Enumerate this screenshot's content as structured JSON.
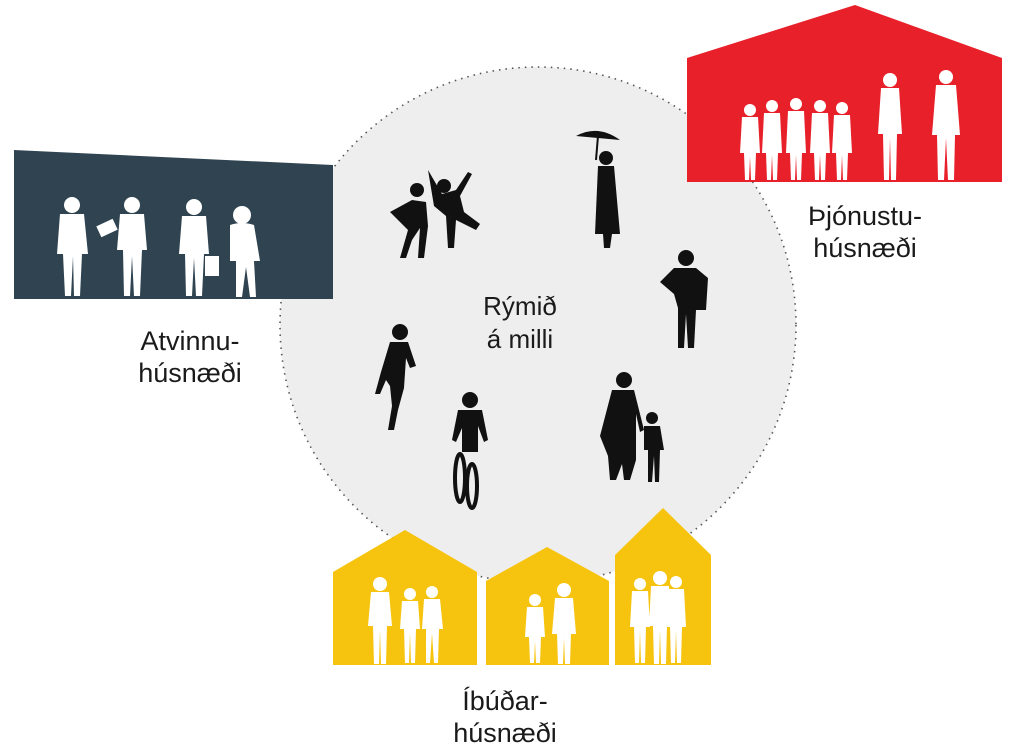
{
  "colors": {
    "commercial": "#2f4450",
    "service": "#e8202a",
    "residential": "#f6c40f",
    "circle_fill": "#eeeeee",
    "circle_border": "#555555",
    "silhouette_dark": "#111111",
    "silhouette_light": "#ffffff"
  },
  "labels": {
    "center": [
      "Rýmið",
      "á milli"
    ],
    "commercial": [
      "Atvinnu-",
      "húsnæði"
    ],
    "service": [
      "Þjónustu-",
      "húsnæði"
    ],
    "residential": [
      "Íbúðar-",
      "húsnæði"
    ]
  },
  "icons": {
    "commercial_people": "business-people-silhouettes",
    "service_people": "queue-people-silhouettes",
    "residential_people": "family-silhouettes",
    "space_people": "active-people-silhouettes"
  }
}
